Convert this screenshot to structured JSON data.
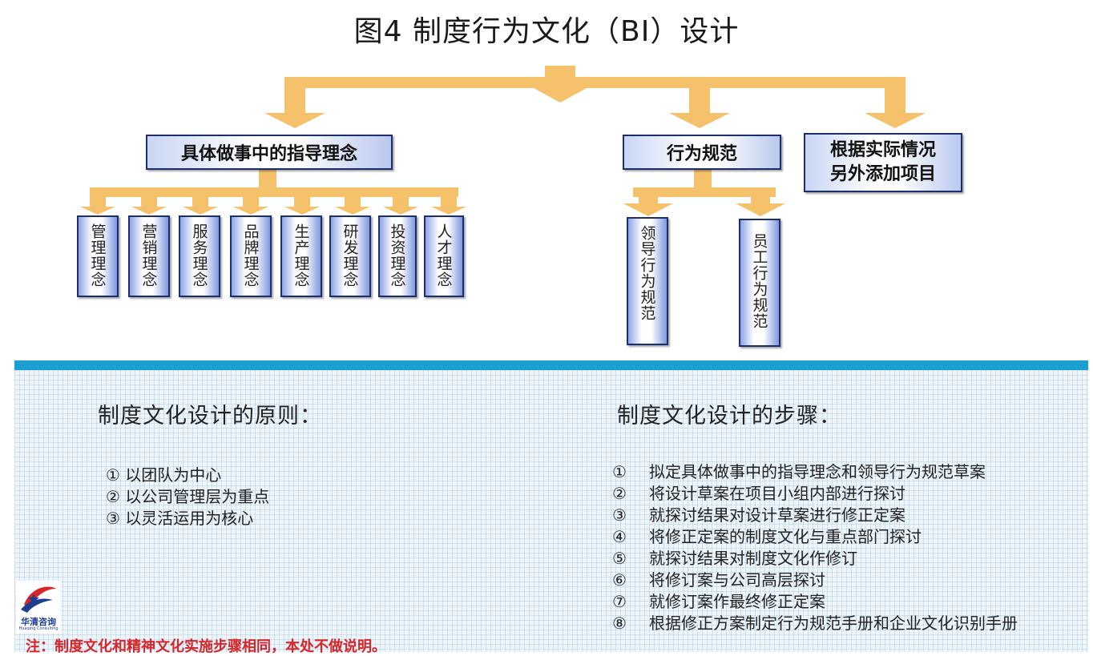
{
  "title": "图4  制度行为文化（BI）设计",
  "diagram": {
    "box_guidance": "具体做事中的指导理念",
    "box_behavior": "行为规范",
    "box_extra": "根据实际情况\n另外添加项目",
    "guidance_items": [
      "管理理念",
      "营销理念",
      "服务理念",
      "品牌理念",
      "生产理念",
      "研发理念",
      "投资理念",
      "人才理念"
    ],
    "behavior_items": [
      "领导行为规范",
      "员工行为规范"
    ],
    "arrow_color": "#f5c26b"
  },
  "principles": {
    "heading": "制度文化设计的原则：",
    "items": [
      "① 以团队为中心",
      "② 以公司管理层为重点",
      "③ 以灵活运用为核心"
    ]
  },
  "steps": {
    "heading": "制度文化设计的步骤：",
    "items": [
      {
        "num": "①",
        "text": "拟定具体做事中的指导理念和领导行为规范草案"
      },
      {
        "num": "②",
        "text": "将设计草案在项目小组内部进行探讨"
      },
      {
        "num": "③",
        "text": "就探讨结果对设计草案进行修正定案"
      },
      {
        "num": "④",
        "text": "将修正定案的制度文化与重点部门探讨"
      },
      {
        "num": "⑤",
        "text": "就探讨结果对制度文化作修订"
      },
      {
        "num": "⑥",
        "text": "将修订案与公司高层探讨"
      },
      {
        "num": "⑦",
        "text": "就修订案作最终修正定案"
      },
      {
        "num": "⑧",
        "text": "根据修正方案制定行为规范手册和企业文化识别手册"
      }
    ]
  },
  "logo": {
    "name": "华清咨询",
    "sub": "Huaqing Consulting"
  },
  "note": "注：制度文化和精神文化实施步骤相同，本处不做说明。",
  "colors": {
    "accent_bar": "#1a9fd0",
    "box_border": "#1d2e6e",
    "note": "#d6262a"
  }
}
